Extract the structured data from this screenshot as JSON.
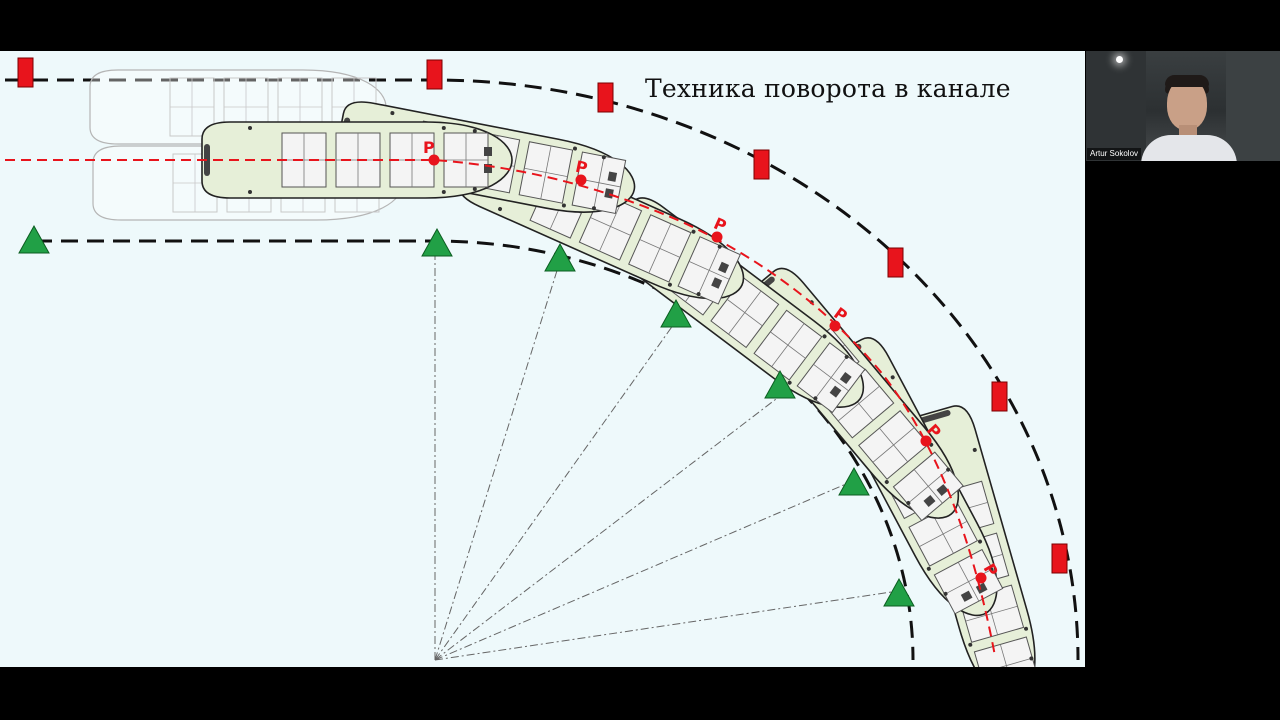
{
  "slide": {
    "title": "Техника поворота в канале",
    "pivot_point_label": "P",
    "colors": {
      "background": "#eef9fb",
      "red_buoy": "#e8141c",
      "green_buoy": "#21a046",
      "centerline": "#e8141c",
      "hull_fill": "#e6efd8",
      "channel_edge": "#111111"
    },
    "icons": [
      "red-buoy-icon",
      "green-buoy-icon",
      "pivot-point-marker-icon"
    ]
  },
  "participant": {
    "name": "Artur Sokolov"
  }
}
